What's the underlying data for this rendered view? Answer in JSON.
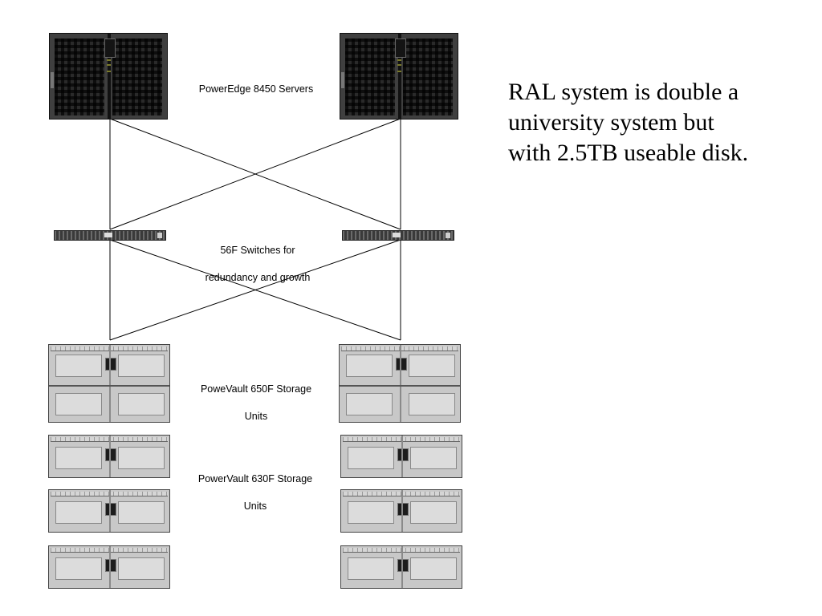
{
  "diagram": {
    "servers": {
      "label": "PowerEdge 8450 Servers",
      "count": 2
    },
    "switches": {
      "label_lines": [
        "56F Switches for",
        "redundancy and growth"
      ],
      "count": 2
    },
    "storage_650": {
      "label_lines": [
        "PoweVault 650F Storage",
        "Units"
      ],
      "units_per_side": 1
    },
    "storage_630": {
      "label_lines": [
        "PowerVault 630F Storage",
        "Units"
      ],
      "units_per_side": 3
    }
  },
  "note": {
    "lines": [
      "RAL system is double a",
      "university system but",
      "with 2.5TB useable disk."
    ]
  },
  "colors": {
    "server_body": "#3f3f3f",
    "storage_body": "#c8c8c8",
    "line": "#000000"
  }
}
